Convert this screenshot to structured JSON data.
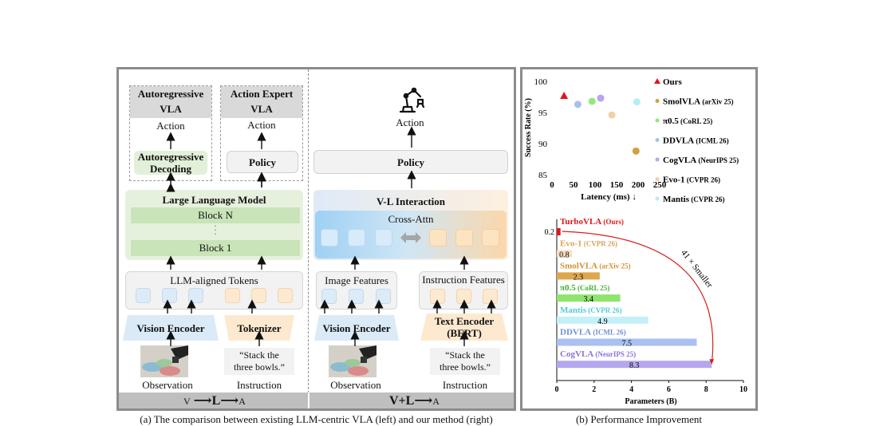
{
  "left_panel": {
    "ar_vla": {
      "title_line1": "Autoregressive",
      "title_line2": "VLA",
      "action": "Action",
      "decoding_line1": "Autoregressive",
      "decoding_line2": "Decoding"
    },
    "ae_vla": {
      "title_line1": "Action Expert",
      "title_line2": "VLA",
      "action": "Action",
      "policy": "Policy"
    },
    "llm": {
      "title": "Large Language Model",
      "block_n": "Block N",
      "block_1": "Block 1"
    },
    "llm_tokens": "LLM-aligned Tokens",
    "vision_encoder": "Vision Encoder",
    "tokenizer": "Tokenizer",
    "instruction_text": "“Stack the three bowls.”",
    "observation": "Observation",
    "instruction": "Instruction",
    "footer": {
      "v": "V",
      "l": "L",
      "a": "A"
    }
  },
  "right_panel": {
    "action": "Action",
    "policy": "Policy",
    "vl_interaction": "V-L Interaction",
    "cross_attn": "Cross-Attn",
    "image_features": "Image Features",
    "instruction_features": "Instruction Features",
    "vision_encoder": "Vision Encoder",
    "text_encoder_line1": "Text Encoder",
    "text_encoder_line2": "(BERT)",
    "instruction_text": "“Stack the three bowls.”",
    "observation": "Observation",
    "instruction": "Instruction",
    "footer": {
      "vl": "V+L",
      "a": "A"
    }
  },
  "captions": {
    "a": "(a) The comparison between existing LLM-centric VLA (left) and our method (right)",
    "b": "(b) Performance Improvement"
  },
  "chart_data": [
    {
      "type": "scatter",
      "xlabel": "Latency (ms) ↓",
      "ylabel": "Success Rate (%)",
      "xlim": [
        0,
        250
      ],
      "ylim": [
        85,
        100
      ],
      "xticks": [
        "0",
        "50",
        "100",
        "150",
        "200",
        "250"
      ],
      "yticks": [
        "100",
        "95",
        "90",
        "85"
      ],
      "legend_position": "right",
      "series": [
        {
          "name": "Ours",
          "venue": "",
          "marker": "triangle",
          "color": "#e0161b",
          "x": 28,
          "y": 97.7
        },
        {
          "name": "SmolVLA",
          "venue": "(arXiv 25)",
          "marker": "circle",
          "color": "#d4a044",
          "x": 195,
          "y": 88.8
        },
        {
          "name": "π0.5",
          "venue": "(CoRL 25)",
          "marker": "circle",
          "color": "#96e67c",
          "x": 93,
          "y": 96.8
        },
        {
          "name": "DDVLA",
          "venue": "(ICML 26)",
          "marker": "circle",
          "color": "#a8bff0",
          "x": 60,
          "y": 96.3
        },
        {
          "name": "CogVLA",
          "venue": "(NeurIPS 25)",
          "marker": "circle",
          "color": "#b3a8ee",
          "x": 113,
          "y": 97.3
        },
        {
          "name": "Evo-1",
          "venue": "(CVPR 26)",
          "marker": "circle",
          "color": "#f3d0a6",
          "x": 139,
          "y": 94.6
        },
        {
          "name": "Mantis",
          "venue": "(CVPR 26)",
          "marker": "circle",
          "color": "#b8ecf5",
          "x": 197,
          "y": 96.7
        }
      ]
    },
    {
      "type": "bar",
      "orientation": "horizontal",
      "xlabel": "Parameters (B)",
      "xlim": [
        0,
        10
      ],
      "xticks": [
        "0",
        "2",
        "4",
        "6",
        "8",
        "10"
      ],
      "annotation": "41 × Smaller",
      "bars": [
        {
          "name": "TurboVLA",
          "venue": "(Ours)",
          "value": 0.2,
          "label": "0.2",
          "color": "#e0161b",
          "text_color": "#e0161b"
        },
        {
          "name": "Evo-1",
          "venue": "(CVPR 26)",
          "value": 0.8,
          "label": "0.8",
          "color": "#f6dcbc",
          "text_color": "#d9a35a"
        },
        {
          "name": "SmolVLA",
          "venue": "(arXiv 25)",
          "value": 2.3,
          "label": "2.3",
          "color": "#dea64d",
          "text_color": "#cf9434"
        },
        {
          "name": "π0.5",
          "venue": "(CoRL 25)",
          "value": 3.4,
          "label": "3.4",
          "color": "#8fe46e",
          "text_color": "#3fb02d"
        },
        {
          "name": "Mantis",
          "venue": "(CVPR 26)",
          "value": 4.9,
          "label": "4.9",
          "color": "#c4f0f8",
          "text_color": "#52c9dd"
        },
        {
          "name": "DDVLA",
          "venue": "(ICML 26)",
          "value": 7.5,
          "label": "7.5",
          "color": "#a9c0f0",
          "text_color": "#6f8fd8"
        },
        {
          "name": "CogVLA",
          "venue": "(NeurIPS 25)",
          "value": 8.3,
          "label": "8.3",
          "color": "#b5a6ee",
          "text_color": "#8a72d9"
        }
      ]
    }
  ]
}
